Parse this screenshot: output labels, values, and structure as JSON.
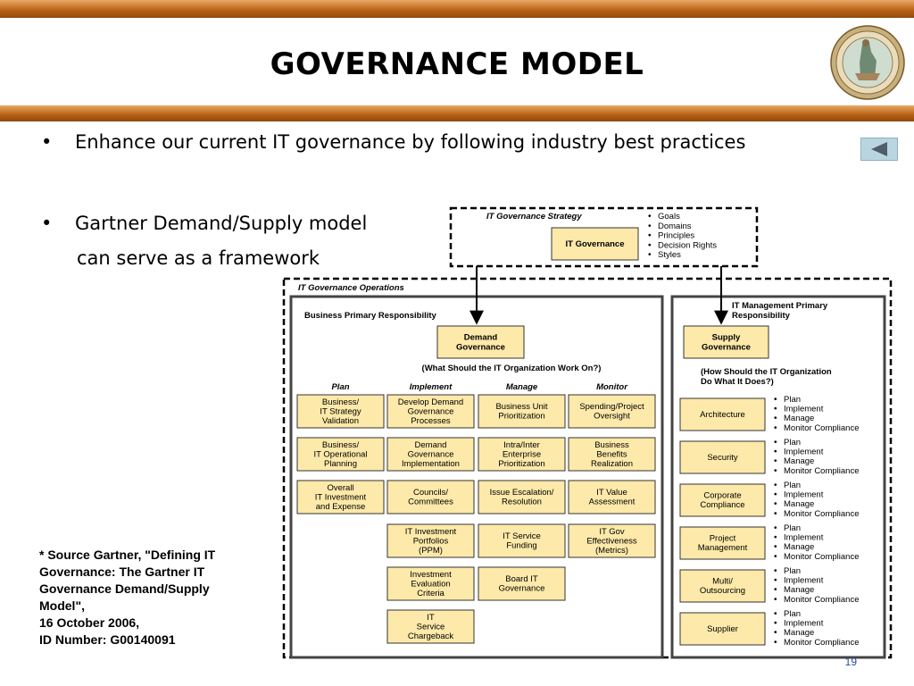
{
  "slide": {
    "title": "GOVERNANCE MODEL",
    "bullets": [
      "Enhance our current IT governance by following industry best practices",
      "Gartner Demand/Supply model",
      "can serve as a framework"
    ],
    "bullet_symbol": "•",
    "source_lines": [
      "* Source Gartner, \"Defining IT",
      "Governance: The Gartner IT",
      "Governance Demand/Supply",
      "Model\",",
      "16 October 2006,",
      "ID Number: G00140091"
    ],
    "page_number": "19",
    "nav_icon": "back-arrow-icon",
    "colors": {
      "bar": "#b75f12",
      "box_fill": "#fde9a9",
      "nav_button": "#b9d6e0",
      "page_number": "#2a4b9b"
    }
  },
  "diagram": {
    "strategy": {
      "title": "IT Governance Strategy",
      "box": "IT Governance",
      "items": [
        "Goals",
        "Domains",
        "Principles",
        "Decision Rights",
        "Styles"
      ]
    },
    "operations_title": "IT Governance Operations",
    "business": {
      "title": "Business Primary Responsibility",
      "box_lines": [
        "Demand",
        "Governance"
      ],
      "question": "(What Should the IT Organization Work On?)",
      "columns": [
        "Plan",
        "Implement",
        "Manage",
        "Monitor"
      ],
      "plan": [
        [
          "Business/",
          "IT Strategy",
          "Validation"
        ],
        [
          "Business/",
          "IT Operational",
          "Planning"
        ],
        [
          "Overall",
          "IT Investment",
          "and Expense"
        ]
      ],
      "implement": [
        [
          "Develop Demand",
          "Governance",
          "Processes"
        ],
        [
          "Demand",
          "Governance",
          "Implementation"
        ],
        [
          "Councils/",
          "Committees"
        ],
        [
          "IT Investment",
          "Portfolios",
          "(PPM)"
        ],
        [
          "Investment",
          "Evaluation",
          "Criteria"
        ],
        [
          "IT",
          "Service",
          "Chargeback"
        ]
      ],
      "manage": [
        [
          "Business Unit",
          "Prioritization"
        ],
        [
          "Intra/Inter",
          "Enterprise",
          "Prioritization"
        ],
        [
          "Issue Escalation/",
          "Resolution"
        ],
        [
          "IT Service",
          "Funding"
        ],
        [
          "Board IT",
          "Governance"
        ]
      ],
      "monitor": [
        [
          "Spending/Project",
          "Oversight"
        ],
        [
          "Business",
          "Benefits",
          "Realization"
        ],
        [
          "IT Value",
          "Assessment"
        ],
        [
          "IT Gov",
          "Effectiveness",
          "(Metrics)"
        ]
      ]
    },
    "management": {
      "title_lines": [
        "IT Management Primary",
        "Responsibility"
      ],
      "box_lines": [
        "Supply",
        "Governance"
      ],
      "question_lines": [
        "(How Should the IT Organization",
        "Do What It Does?)"
      ],
      "rows": [
        {
          "box": [
            "Architecture"
          ],
          "items": [
            "Plan",
            "Implement",
            "Manage",
            "Monitor Compliance"
          ]
        },
        {
          "box": [
            "Security"
          ],
          "items": [
            "Plan",
            "Implement",
            "Manage",
            "Monitor Compliance"
          ]
        },
        {
          "box": [
            "Corporate",
            "Compliance"
          ],
          "items": [
            "Plan",
            "Implement",
            "Manage",
            "Monitor Compliance"
          ]
        },
        {
          "box": [
            "Project",
            "Management"
          ],
          "items": [
            "Plan",
            "Implement",
            "Manage",
            "Monitor Compliance"
          ]
        },
        {
          "box": [
            "Multi/",
            "Outsourcing"
          ],
          "items": [
            "Plan",
            "Implement",
            "Manage",
            "Monitor Compliance"
          ]
        },
        {
          "box": [
            "Supplier"
          ],
          "items": [
            "Plan",
            "Implement",
            "Manage",
            "Monitor Compliance"
          ]
        }
      ]
    }
  }
}
